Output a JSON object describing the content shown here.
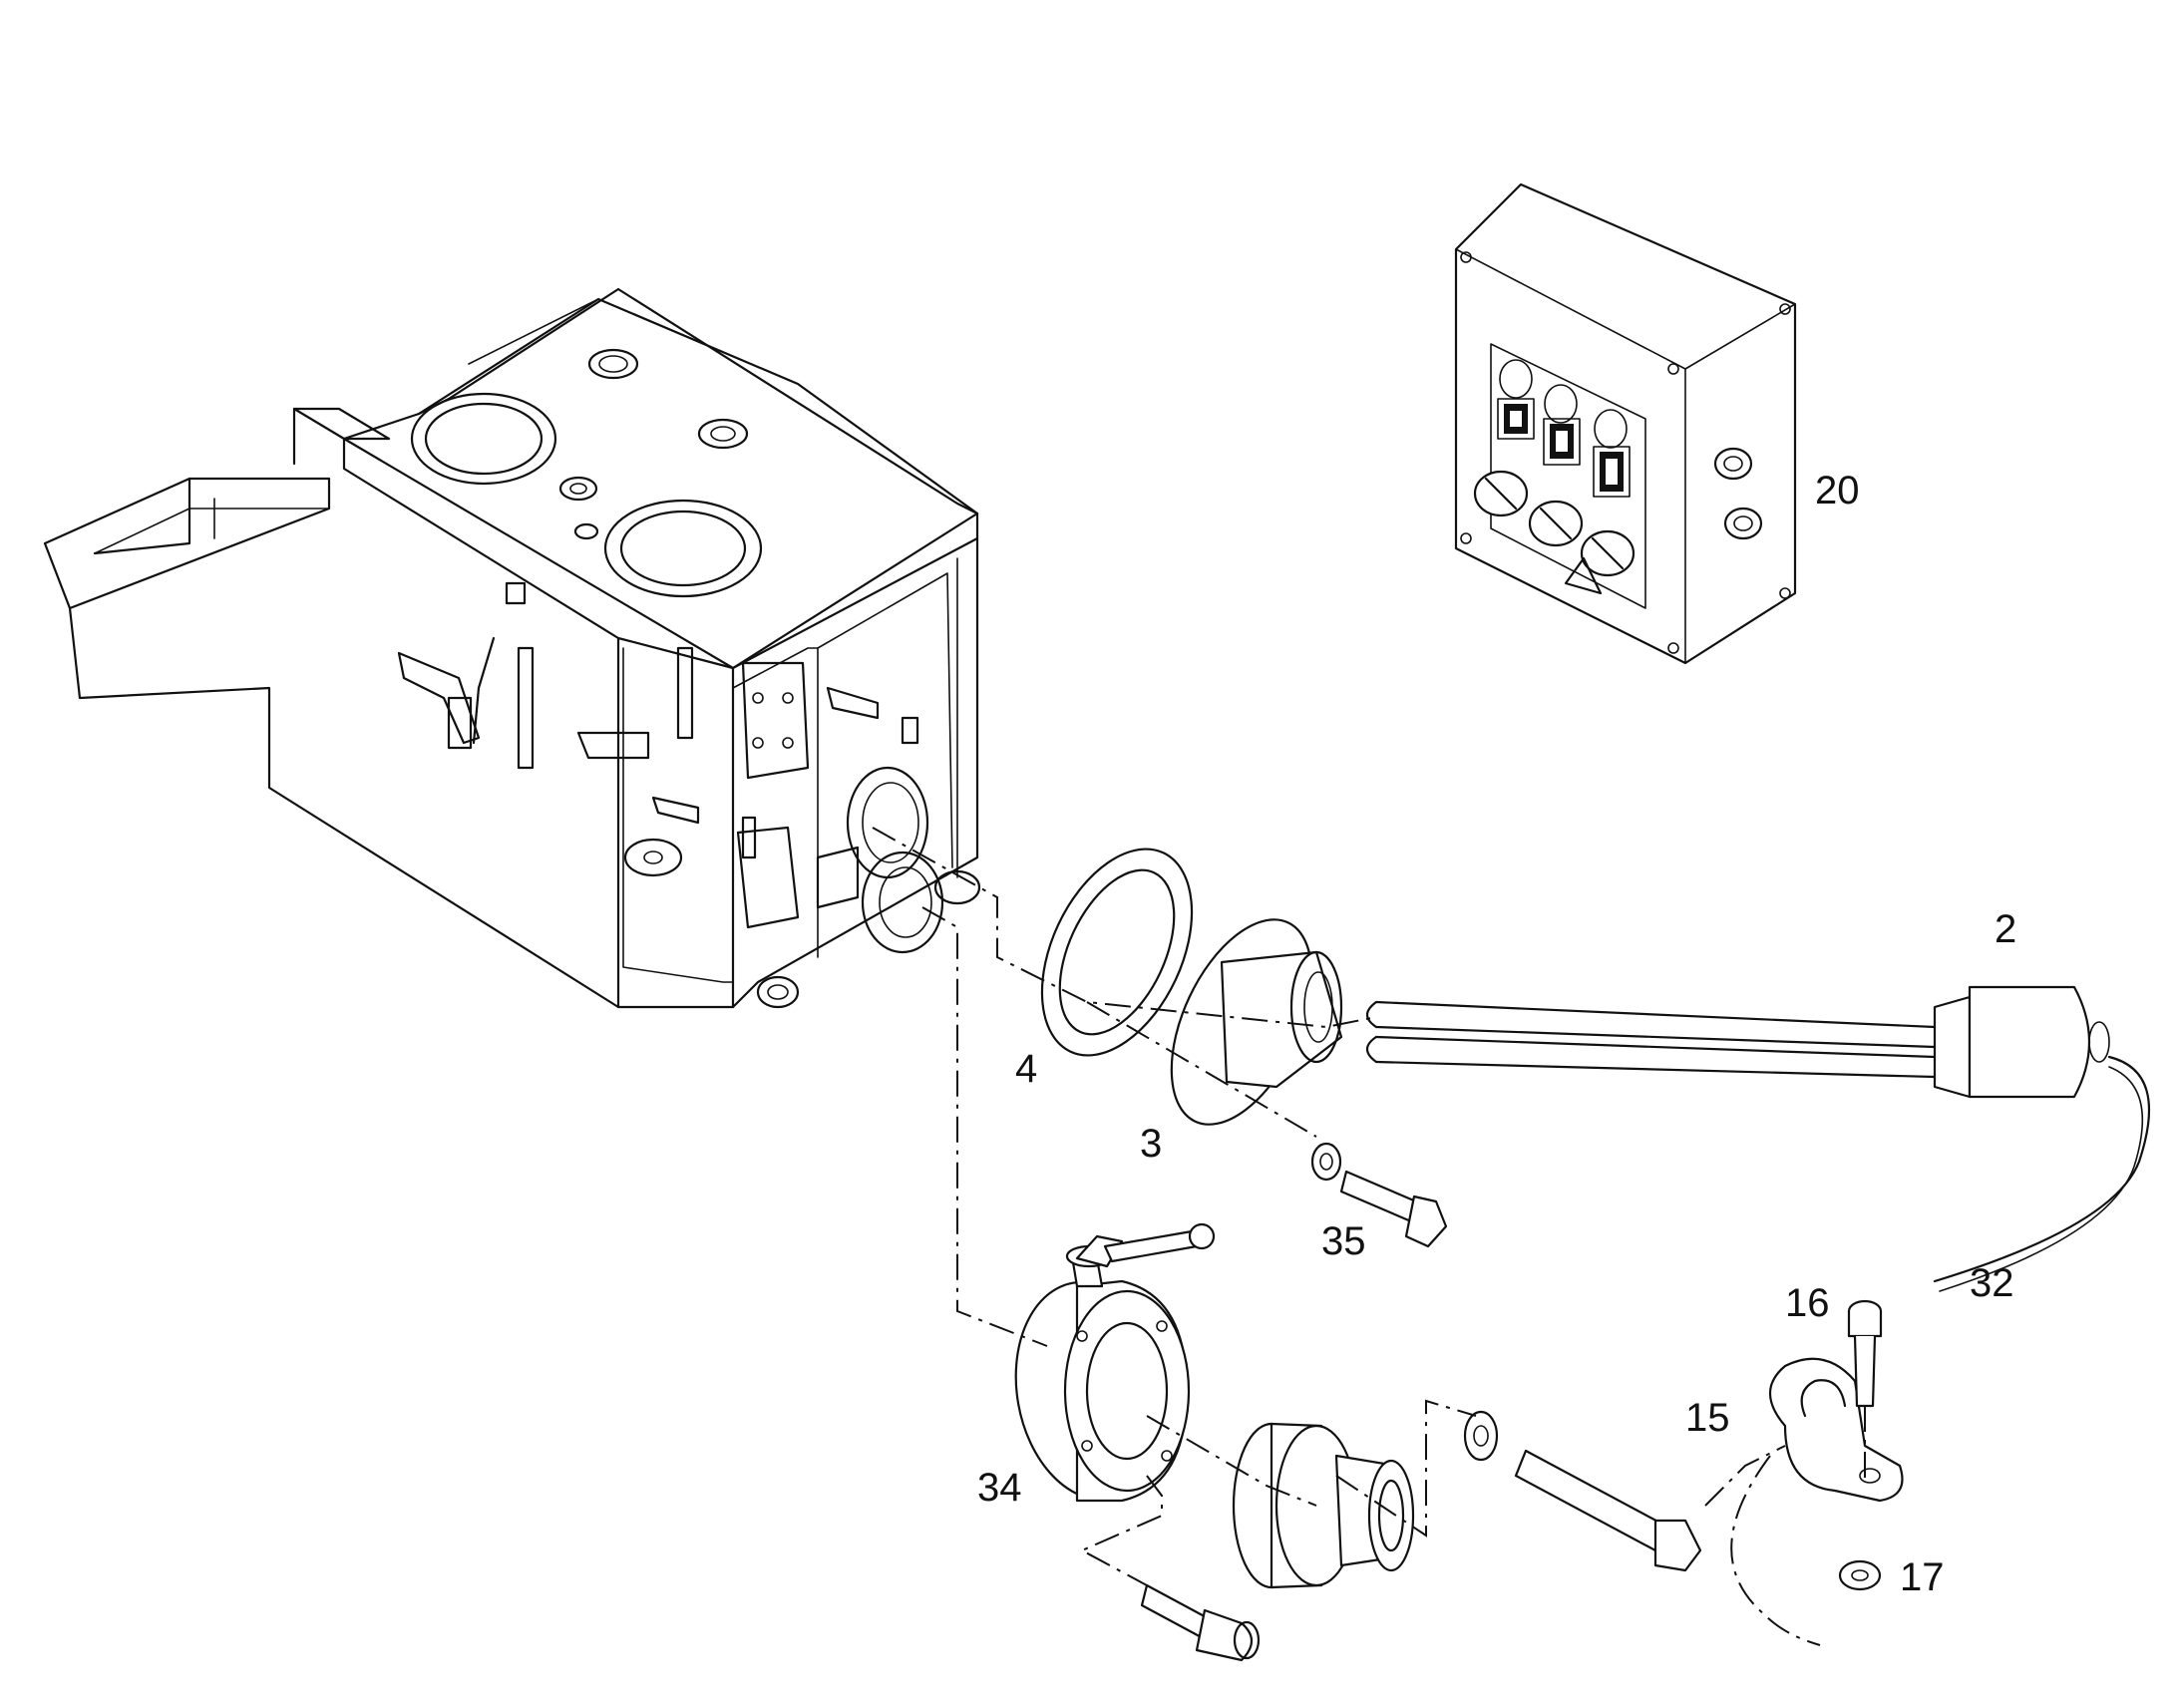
{
  "diagram": {
    "callouts": {
      "c2": "2",
      "c3": "3",
      "c4": "4",
      "c15": "15",
      "c16": "16",
      "c17": "17",
      "c20": "20",
      "c32": "32",
      "c34": "34",
      "c35": "35"
    },
    "parts": {
      "housing": "tank-housing",
      "control_box": "control-box",
      "heater": "immersion-heater",
      "gasket": "flange-gasket",
      "adapter": "heater-adapter-flange",
      "valve": "butterfly-valve",
      "cable": "heater-cable",
      "clamp": "cable-clamp"
    },
    "colors": {
      "line": "#111111",
      "background": "#ffffff"
    }
  }
}
